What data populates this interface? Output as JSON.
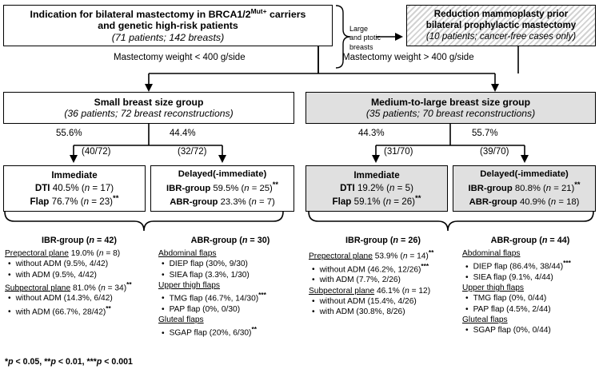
{
  "nodes": {
    "indication": {
      "title_line1": "Indication for bilateral mastectomy in BRCA1/2",
      "title_sup": "Mut+",
      "title_line1_tail": " carriers",
      "title_line2": "and genetic high-risk patients",
      "sub": "(71 patients; 142 breasts)"
    },
    "reduction": {
      "title_line1": "Reduction mammoplasty prior",
      "title_line2": "bilateral prophylactic mastectomy",
      "sub": "(10 patients; cancer-free cases only)"
    },
    "small_group": {
      "title": "Small breast size group",
      "sub": "(36 patients; 72 breast reconstructions)"
    },
    "medlarge_group": {
      "title": "Medium-to-large breast size group",
      "sub": "(35 patients; 70 breast reconstructions)"
    },
    "small_immediate": {
      "title": "Immediate",
      "row1_label": "DTI",
      "row1_value": "40.5% (",
      "row1_n": "n",
      "row1_tail": " = 17)",
      "row1_stars": "",
      "row2_label": "Flap",
      "row2_value": "76.7% (",
      "row2_n": "n",
      "row2_tail": " = 23)",
      "row2_stars": "**"
    },
    "small_delayed": {
      "title": "Delayed(-immediate)",
      "row1_label": "IBR-group",
      "row1_value": "59.5% (",
      "row1_n": "n",
      "row1_tail": " = 25)",
      "row1_stars": "**",
      "row2_label": "ABR-group",
      "row2_value": "23.3% (",
      "row2_n": "n",
      "row2_tail": " = 7)",
      "row2_stars": ""
    },
    "med_immediate": {
      "title": "Immediate",
      "row1_label": "DTI",
      "row1_value": "19.2% (",
      "row1_n": "n",
      "row1_tail": " = 5)",
      "row1_stars": "",
      "row2_label": "Flap",
      "row2_value": "59.1% (",
      "row2_n": "n",
      "row2_tail": " = 26)",
      "row2_stars": "**"
    },
    "med_delayed": {
      "title": "Delayed(-immediate)",
      "row1_label": "IBR-group",
      "row1_value": "80.8% (",
      "row1_n": "n",
      "row1_tail": " = 21)",
      "row1_stars": "**",
      "row2_label": "ABR-group",
      "row2_value": "40.9% (",
      "row2_n": "n",
      "row2_tail": " = 18)",
      "row2_stars": ""
    }
  },
  "edges": {
    "large_ptotic": "Large\nand ptotic\nbreasts",
    "large_ptotic_l1": "Large",
    "large_ptotic_l2": "and ptotic",
    "large_ptotic_l3": "breasts",
    "weight_lt": "Mastectomy weight < 400 g/side",
    "weight_gt": "Mastectomy weight > 400 g/side",
    "small_left_pct": "55.6%",
    "small_left_frac": "(40/72)",
    "small_right_pct": "44.4%",
    "small_right_frac": "(32/72)",
    "med_left_pct": "44.3%",
    "med_left_frac": "(31/70)",
    "med_right_pct": "55.7%",
    "med_right_frac": "(39/70)"
  },
  "details": {
    "ibr_small": {
      "head_label": "IBR-group (",
      "head_n": "n",
      "head_tail": " = 42)",
      "groups": [
        {
          "name": "Prepectoral plane",
          "value": " 19.0% (",
          "n": "n",
          "tail": " = 8)",
          "stars": "",
          "bullets": [
            "without ADM (9.5%, 4/42)",
            "with ADM (9.5%, 4/42)"
          ],
          "bullet_stars": [
            "",
            ""
          ]
        },
        {
          "name": "Subpectoral plane",
          "value": " 81.0% (",
          "n": "n",
          "tail": " = 34)",
          "stars": "**",
          "bullets": [
            "without ADM (14.3%, 6/42)",
            "with ADM (66.7%, 28/42)"
          ],
          "bullet_stars": [
            "",
            "**"
          ]
        }
      ]
    },
    "abr_small": {
      "head_label": "ABR-group (",
      "head_n": "n",
      "head_tail": " = 30)",
      "groups": [
        {
          "name": "Abdominal flaps",
          "value": "",
          "n": "",
          "tail": "",
          "stars": "",
          "bullets": [
            "DIEP flap (30%, 9/30)",
            "SIEA flap (3.3%, 1/30)"
          ],
          "bullet_stars": [
            "",
            ""
          ]
        },
        {
          "name": "Upper thigh flaps",
          "value": "",
          "n": "",
          "tail": "",
          "stars": "",
          "bullets": [
            "TMG flap (46.7%, 14/30)",
            "PAP flap (0%, 0/30)"
          ],
          "bullet_stars": [
            "***",
            ""
          ]
        },
        {
          "name": "Gluteal flaps",
          "value": "",
          "n": "",
          "tail": "",
          "stars": "",
          "bullets": [
            "SGAP flap (20%, 6/30)"
          ],
          "bullet_stars": [
            "**"
          ]
        }
      ]
    },
    "ibr_med": {
      "head_label": "IBR-group (",
      "head_n": "n",
      "head_tail": " = 26)",
      "groups": [
        {
          "name": "Prepectoral plane",
          "value": " 53.9% (",
          "n": "n",
          "tail": " = 14)",
          "stars": "**",
          "bullets": [
            "without ADM (46.2%, 12/26)",
            "with ADM (7.7%, 2/26)"
          ],
          "bullet_stars": [
            "***",
            ""
          ]
        },
        {
          "name": "Subpectoral plane",
          "value": " 46.1% (",
          "n": "n",
          "tail": " = 12)",
          "stars": "",
          "bullets": [
            "without ADM (15.4%, 4/26)",
            "with ADM (30.8%, 8/26)"
          ],
          "bullet_stars": [
            "",
            ""
          ]
        }
      ]
    },
    "abr_med": {
      "head_label": "ABR-group (",
      "head_n": "n",
      "head_tail": " = 44)",
      "groups": [
        {
          "name": "Abdominal flaps",
          "value": "",
          "n": "",
          "tail": "",
          "stars": "",
          "bullets": [
            "DIEP flap (86.4%, 38/44)",
            "SIEA flap (9.1%, 4/44)"
          ],
          "bullet_stars": [
            "***",
            ""
          ]
        },
        {
          "name": "Upper thigh flaps",
          "value": "",
          "n": "",
          "tail": "",
          "stars": "",
          "bullets": [
            "TMG flap (0%, 0/44)",
            "PAP flap (4.5%, 2/44)"
          ],
          "bullet_stars": [
            "",
            ""
          ]
        },
        {
          "name": "Gluteal flaps",
          "value": "",
          "n": "",
          "tail": "",
          "stars": "",
          "bullets": [
            "SGAP flap (0%, 0/44)"
          ],
          "bullet_stars": [
            ""
          ]
        }
      ]
    }
  },
  "footnote": {
    "text_p1": "*",
    "text_p2": "p",
    "text_p3": " < 0.05, **",
    "text_p4": "p",
    "text_p5": " < 0.01, ***",
    "text_p6": "p",
    "text_p7": " < 0.001",
    "full": "*p < 0.05, **p < 0.01, ***p < 0.001"
  },
  "colors": {
    "stroke": "#000000",
    "grey_fill": "#e0e0e0",
    "white_fill": "#ffffff",
    "hatch": "#d2d2d2"
  }
}
